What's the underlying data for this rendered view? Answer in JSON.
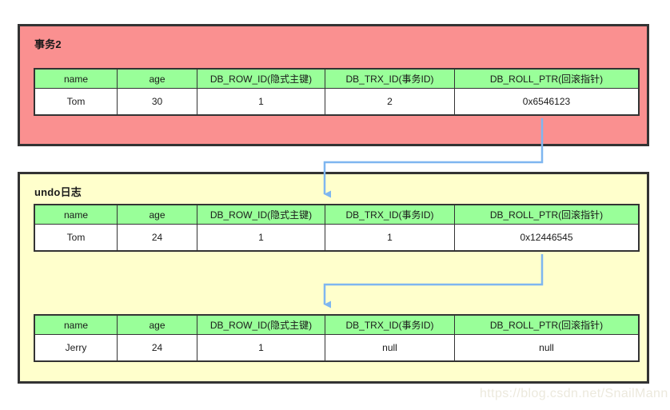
{
  "diagram": {
    "columns": [
      "name",
      "age",
      "DB_ROW_ID(隐式主键)",
      "DB_TRX_ID(事务ID)",
      "DB_ROLL_PTR(回滚指针)"
    ],
    "panels": [
      {
        "title": "事务2",
        "color": "#FA9090",
        "tables": [
          {
            "name": "Tom",
            "age": "30",
            "db_row_id": "1",
            "db_trx_id": "2",
            "db_roll_ptr": "0x6546123"
          }
        ]
      },
      {
        "title": "undo日志",
        "color": "#FFFFCC",
        "tables": [
          {
            "name": "Tom",
            "age": "24",
            "db_row_id": "1",
            "db_trx_id": "1",
            "db_roll_ptr": "0x12446545"
          },
          {
            "name": "Jerry",
            "age": "24",
            "db_row_id": "1",
            "db_trx_id": "null",
            "db_roll_ptr": "null"
          }
        ]
      }
    ],
    "arrows": [
      {
        "label": "roll-pointer-txn2-to-undo-1"
      },
      {
        "label": "roll-pointer-undo1-to-undo-2"
      }
    ],
    "colors": {
      "header_green": "#99FF99",
      "arrow_blue": "#7EB6F0",
      "border": "#333333"
    }
  },
  "watermark": {
    "text": "https://blog.csdn.net/SnailMann"
  }
}
